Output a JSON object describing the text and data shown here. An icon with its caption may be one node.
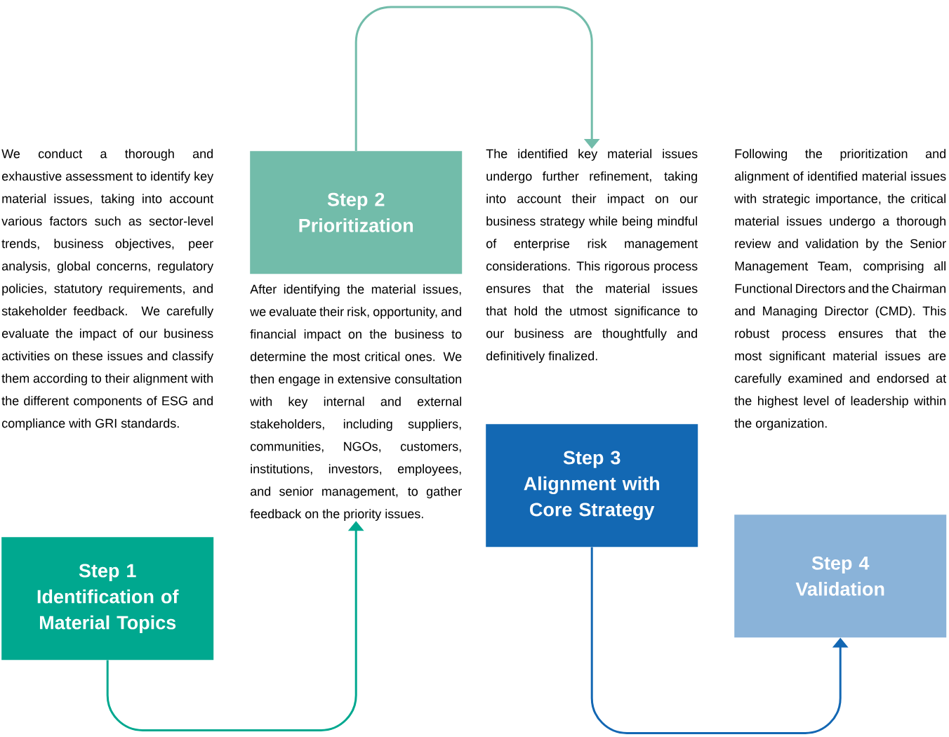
{
  "diagram": {
    "nodes": [
      {
        "text": [
          "We conduct a thorough and exhaustive assessment to identify key material issues, taking into account various factors such as sector-level trends, business objectives, peer analysis, global concerns, regulatory policies, statutory requirements, and stakeholder feedback. We carefully evaluate the impact of our business activities on these issues and classify them according to their alignment with the different components of ESG and compliance with GRI standards."
        ]
      },
      {
        "text": [
          "Step 1",
          "Identification of Material Topics"
        ]
      },
      {
        "text": [
          "Step 2",
          "Prioritization"
        ]
      },
      {
        "text": [
          "After identifying the material issues, we evaluate their risk, opportunity, and financial impact on the business to determine the most critical ones. We then engage in extensive consultation with key internal and external stakeholders, including suppliers, communities, NGOs, customers, institutions, investors, employees, and senior management, to gather feedback on the priority issues."
        ]
      },
      {
        "text": [
          "The identified key material issues undergo further refinement, taking into account their impact on our business strategy while being mindful of enterprise risk management considerations. This rigorous process ensures that the material issues that hold the utmost significance to our business are thoughtfully and definitively finalized."
        ]
      },
      {
        "text": [
          "Step 3",
          "Alignment with Core Strategy"
        ]
      },
      {
        "text": [
          "Following the prioritization and alignment of identified material issues with strategic importance, the critical material issues undergo a thorough review and validation by the Senior Management Team, comprising all Functional Directors and the Chairman and Managing Director (CMD). This robust process ensures that the most significant material issues are carefully examined and endorsed at the highest level of leadership within the organization."
        ]
      },
      {
        "text": [
          "Step 4",
          "Validation"
        ]
      }
    ],
    "edges": [
      {
        "from": 1,
        "to": 3,
        "arrow": "to",
        "color": "#00a88f"
      },
      {
        "from": 2,
        "to": 4,
        "arrow": "to",
        "color": "#72bcaa"
      },
      {
        "from": 5,
        "to": 7,
        "arrow": "to",
        "color": "#1367b3"
      }
    ]
  }
}
